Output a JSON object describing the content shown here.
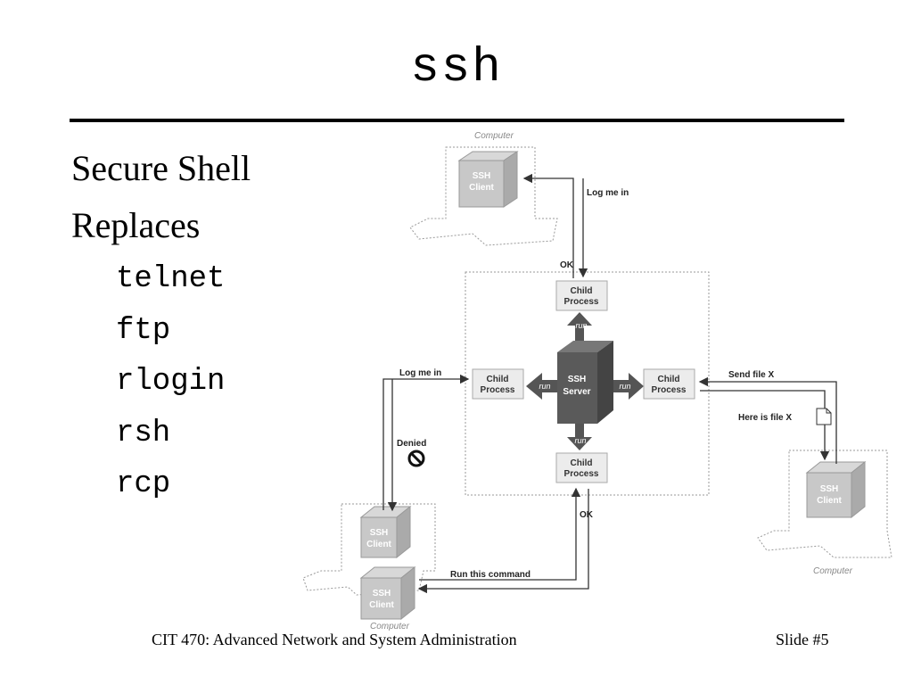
{
  "slide": {
    "title": "ssh",
    "bullets": [
      "Secure Shell",
      "Replaces"
    ],
    "sub_bullets": [
      "telnet",
      "ftp",
      "rlogin",
      "rsh",
      "rcp"
    ]
  },
  "diagram": {
    "computer_label": "Computer",
    "ssh_client_line1": "SSH",
    "ssh_client_line2": "Client",
    "ssh_server_line1": "SSH",
    "ssh_server_line2": "Server",
    "child_line1": "Child",
    "child_line2": "Process",
    "run_label": "run",
    "log_me_in": "Log me in",
    "ok": "OK",
    "denied": "Denied",
    "send_file": "Send file X",
    "here_is_file": "Here is file X",
    "run_command": "Run this command"
  },
  "footer": {
    "course": "CIT 470: Advanced Network and System Administration",
    "slide_number": "Slide #5"
  }
}
